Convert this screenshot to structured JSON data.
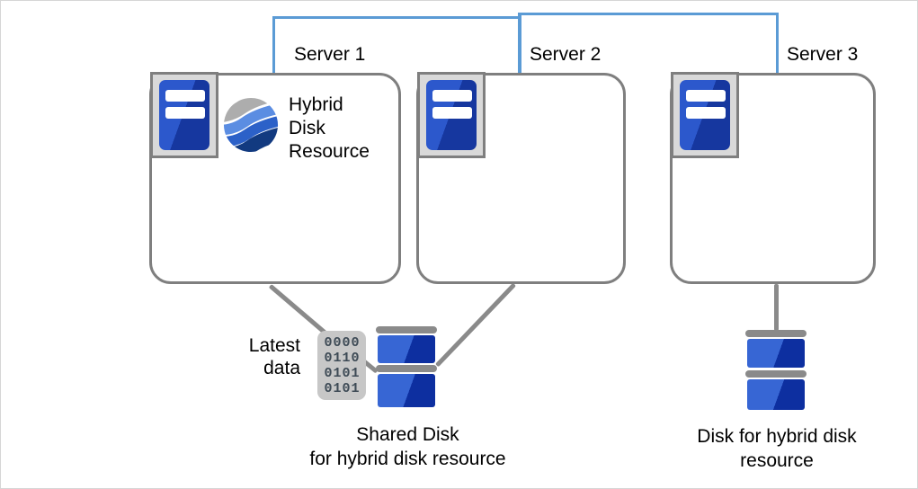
{
  "servers": [
    {
      "label": "Server 1"
    },
    {
      "label": "Server 2"
    },
    {
      "label": "Server 3"
    }
  ],
  "server1_contents": {
    "resource_lines": [
      "Hybrid",
      "Disk",
      "Resource"
    ]
  },
  "shared_disk": {
    "latest_data_lines": [
      "Latest",
      "data"
    ],
    "binary_rows": [
      "0000",
      "0110",
      "0101",
      "0101"
    ],
    "caption_lines": [
      "Shared Disk",
      "for hybrid disk resource"
    ]
  },
  "hybrid_disk": {
    "caption_lines": [
      "Disk for hybrid disk",
      "resource"
    ]
  },
  "icons": {
    "server": "server-tower-icon",
    "resource": "hybrid-disk-resource-icon",
    "binary": "binary-data-icon",
    "shared_disk": "shared-disk-icon",
    "hybrid_disk": "hybrid-disk-icon"
  },
  "colors": {
    "interconnect_blue": "#5B9BD5",
    "box_border_gray": "#7F7F7F",
    "connector_gray": "#8A8A8A",
    "icon_plate_gray": "#D9D9D9",
    "binary_plate_gray": "#C7C7C7",
    "binary_digit": "#3D4A55",
    "server_blue_light": "#2C58CC",
    "server_blue_dark": "#16379F",
    "disk_blue_light": "#3766D4",
    "disk_blue_dark": "#0D2FA0",
    "swirl_gray": "#ADADAD",
    "swirl_blue_light": "#5B8DE2",
    "swirl_blue_mid": "#2C61C8",
    "swirl_blue_dark": "#123A80"
  }
}
